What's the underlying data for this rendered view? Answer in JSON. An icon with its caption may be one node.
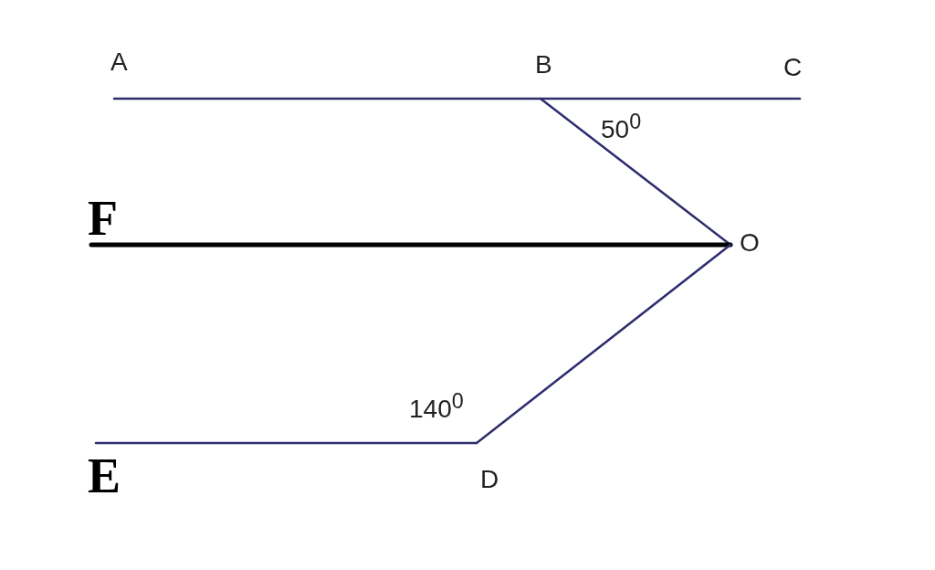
{
  "diagram": {
    "nodes": [
      {
        "text": [
          "A"
        ]
      },
      {
        "text": [
          "B"
        ]
      },
      {
        "text": [
          "C"
        ]
      },
      {
        "text": [
          "F"
        ]
      },
      {
        "text": [
          "O"
        ]
      },
      {
        "text": [
          "E"
        ]
      },
      {
        "text": [
          "D"
        ]
      }
    ],
    "edges": [
      {
        "from": 0,
        "to": 1,
        "arrow": "none"
      },
      {
        "from": 1,
        "to": 2,
        "arrow": "none"
      },
      {
        "from": 1,
        "to": 4,
        "arrow": "none"
      },
      {
        "from": 3,
        "to": 4,
        "arrow": "none",
        "style": "thick",
        "color": "#000000"
      },
      {
        "from": 4,
        "to": 6,
        "arrow": "none"
      },
      {
        "from": 6,
        "to": 5,
        "arrow": "none"
      }
    ],
    "labels": [
      "50$^{0}$",
      "140$^{0}$"
    ]
  }
}
